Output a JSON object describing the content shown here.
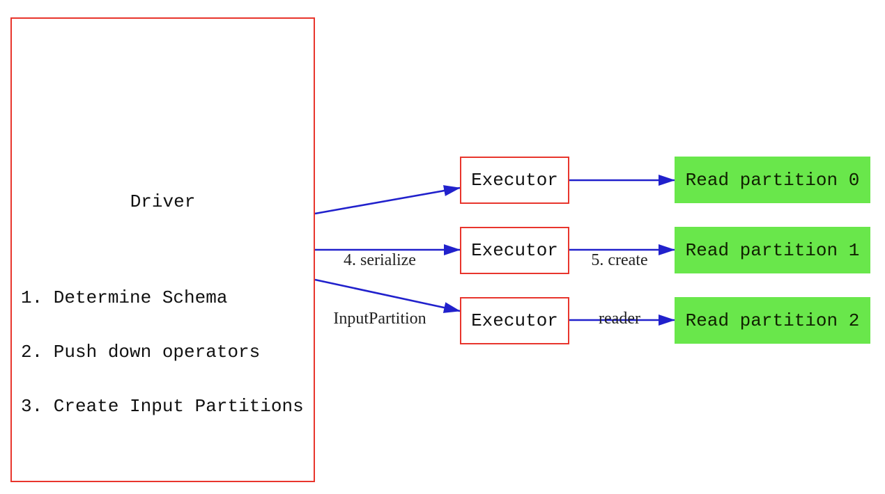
{
  "diagram": {
    "driver": {
      "title": "Driver",
      "steps": [
        "1. Determine Schema",
        "2. Push down operators",
        "3. Create Input Partitions"
      ]
    },
    "executors": [
      {
        "label": "Executor"
      },
      {
        "label": "Executor"
      },
      {
        "label": "Executor"
      }
    ],
    "partitions": [
      {
        "label": "Read partition 0"
      },
      {
        "label": "Read partition 1"
      },
      {
        "label": "Read partition 2"
      }
    ],
    "edge_labels": {
      "serialize": {
        "line1": "4. serialize",
        "line2": "InputPartition"
      },
      "create_reader": {
        "line1": "5. create",
        "line2": "reader"
      }
    },
    "colors": {
      "box_border_red": "#e8352c",
      "arrow_blue": "#2121cc",
      "partition_green": "#69e74b",
      "text": "#111111",
      "background": "#ffffff"
    }
  }
}
